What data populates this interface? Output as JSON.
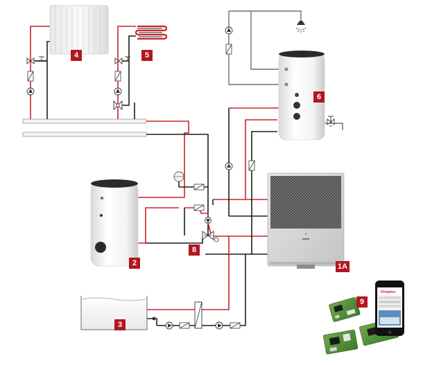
{
  "labels": {
    "radiator": "4",
    "floor_heating": "5",
    "dhw_tank": "6",
    "buffer_tank": "2",
    "mixing_group": "8",
    "heat_pump": "1A",
    "pool": "3",
    "controller": "9"
  },
  "phone": {
    "brand": "Dimplex"
  },
  "colors": {
    "hot_pipe": "#c8232c",
    "return_pipe": "#1c1c1c",
    "water_pipe": "#6f6f6f",
    "tag": "#b3161f"
  }
}
